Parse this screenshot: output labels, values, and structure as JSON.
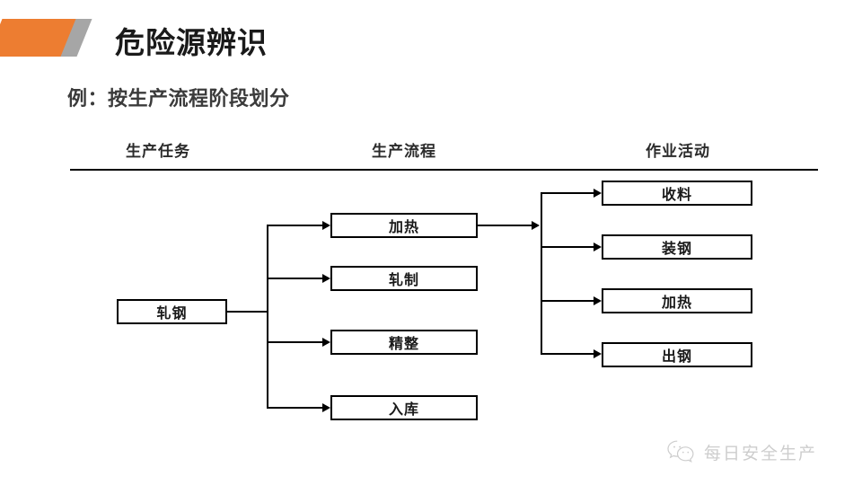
{
  "header": {
    "title": "危险源辨识",
    "subtitle": "例：按生产流程阶段划分",
    "accent_color": "#ED7D31",
    "accent_secondary_color": "#A6A6A6"
  },
  "diagram": {
    "columns": [
      {
        "label": "生产任务"
      },
      {
        "label": "生产流程"
      },
      {
        "label": "作业活动"
      }
    ],
    "root": {
      "label": "轧钢"
    },
    "process_nodes": [
      {
        "label": "加热"
      },
      {
        "label": "轧制"
      },
      {
        "label": "精整"
      },
      {
        "label": "入库"
      }
    ],
    "activity_nodes": [
      {
        "label": "收料"
      },
      {
        "label": "装钢"
      },
      {
        "label": "加热"
      },
      {
        "label": "出钢"
      }
    ]
  },
  "watermark": {
    "text": "每日安全生产",
    "icon": "wechat-icon",
    "color": "#8a8a8a"
  }
}
